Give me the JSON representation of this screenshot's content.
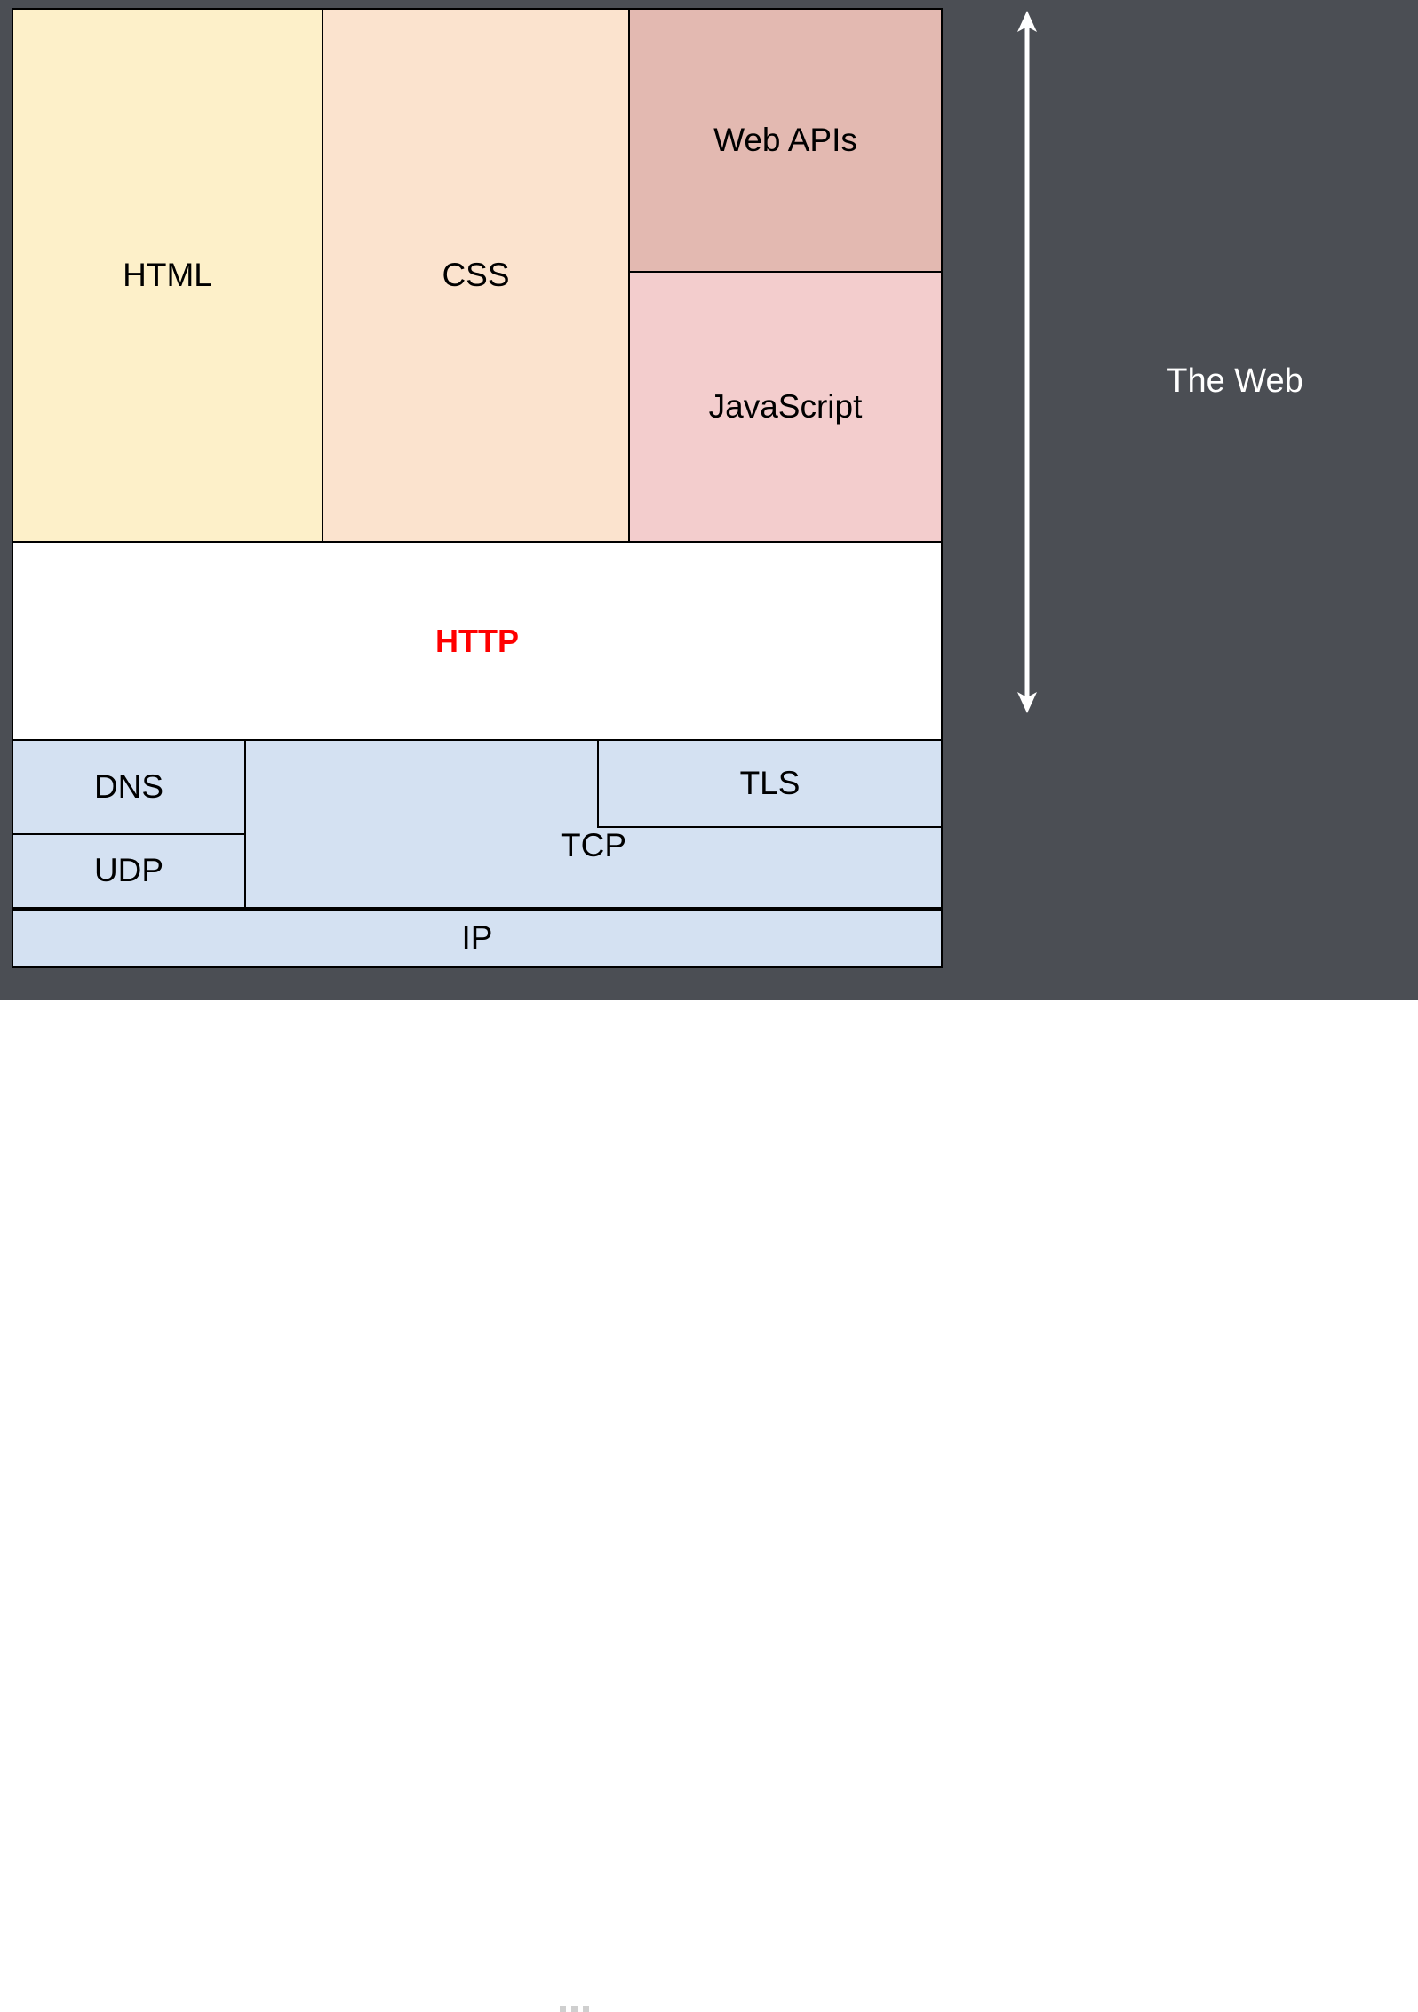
{
  "diagram": {
    "title_label": "The Web",
    "background_color": "#4b4e54",
    "blocks": {
      "html": {
        "label": "HTML",
        "color": "#fdf0c9"
      },
      "css": {
        "label": "CSS",
        "color": "#fbe3ce"
      },
      "web_apis": {
        "label": "Web APIs",
        "color": "#e3b9b1"
      },
      "javascript": {
        "label": "JavaScript",
        "color": "#f3cdcd"
      },
      "http": {
        "label": "HTTP",
        "color": "#ffffff",
        "text_color": "#ff0000"
      },
      "dns": {
        "label": "DNS",
        "color": "#d4e1f2"
      },
      "udp": {
        "label": "UDP",
        "color": "#d4e1f2"
      },
      "tcp": {
        "label": "TCP",
        "color": "#d4e1f2"
      },
      "tls": {
        "label": "TLS",
        "color": "#d4e1f2"
      },
      "ip": {
        "label": "IP",
        "color": "#d4e1f2"
      }
    },
    "scope_arrow": {
      "name": "double-headed-vertical-arrow",
      "color": "#ffffff"
    }
  }
}
